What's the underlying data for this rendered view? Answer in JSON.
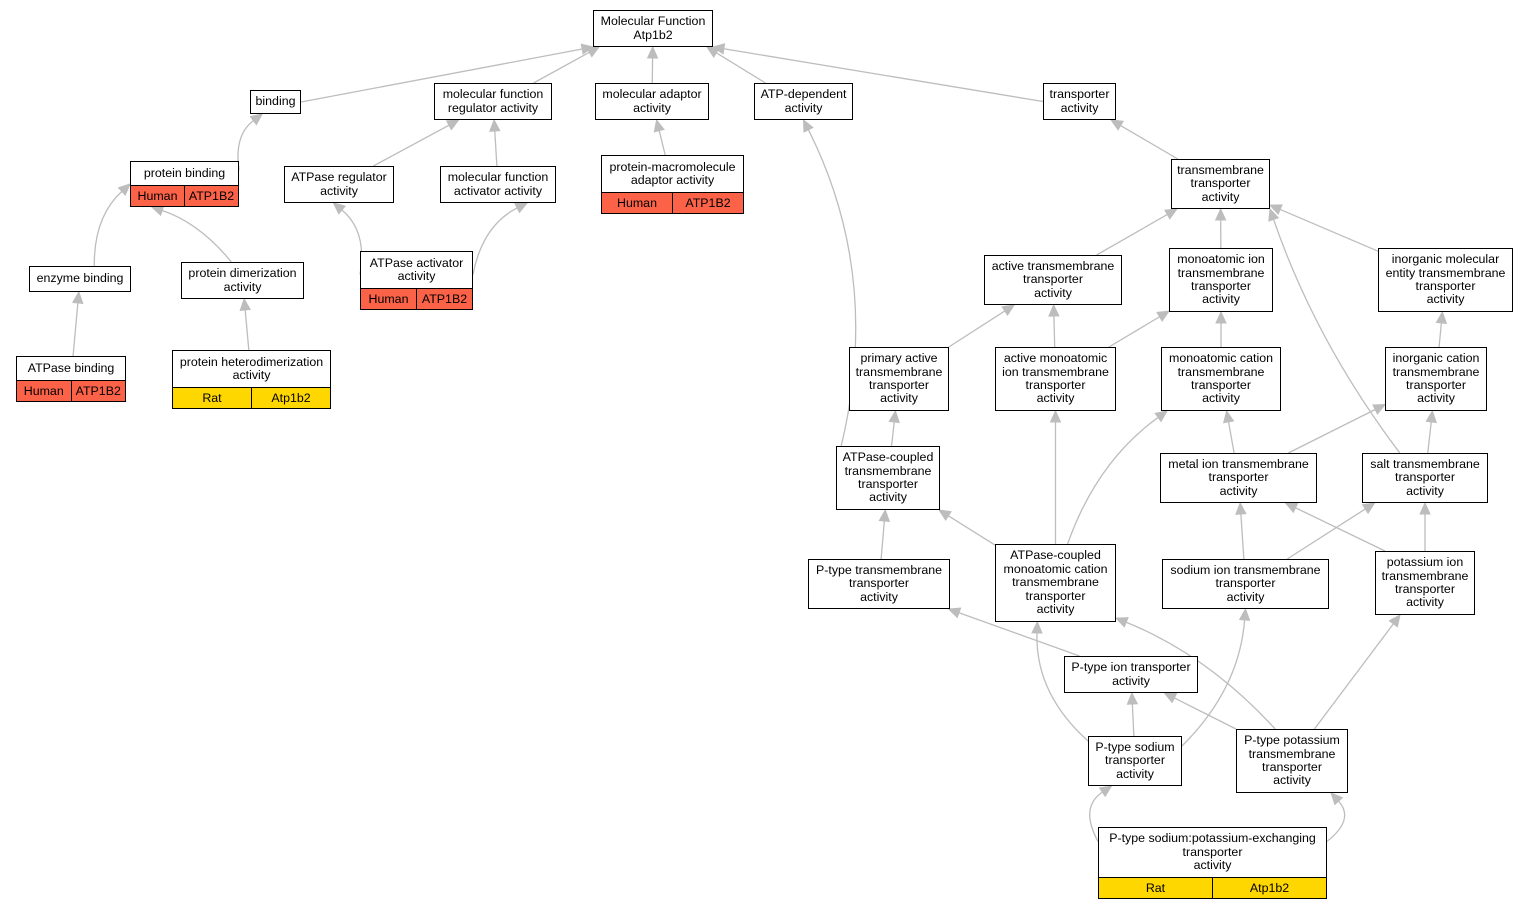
{
  "diagram": {
    "title": "",
    "edge_color": "#bdbdbd",
    "annotation_colors": {
      "Human": "#fb6247",
      "Rat": "#ffd700"
    },
    "nodes": [
      {
        "id": "mf",
        "lines": [
          "Molecular Function",
          "Atp1b2"
        ]
      },
      {
        "id": "binding",
        "lines": [
          "binding"
        ]
      },
      {
        "id": "mfreg",
        "lines": [
          "molecular function",
          "regulator activity"
        ]
      },
      {
        "id": "moladaptor",
        "lines": [
          "molecular adaptor",
          "activity"
        ]
      },
      {
        "id": "atpdep",
        "lines": [
          "ATP-dependent",
          "activity"
        ]
      },
      {
        "id": "transporter",
        "lines": [
          "transporter",
          "activity"
        ]
      },
      {
        "id": "protbind",
        "lines": [
          "protein binding"
        ],
        "annotation": {
          "species": "Human",
          "gene": "ATP1B2"
        }
      },
      {
        "id": "atpasereg",
        "lines": [
          "ATPase regulator",
          "activity"
        ]
      },
      {
        "id": "mfact",
        "lines": [
          "molecular function",
          "activator activity"
        ]
      },
      {
        "id": "protmacro",
        "lines": [
          "protein-macromolecule",
          "adaptor activity"
        ],
        "annotation": {
          "species": "Human",
          "gene": "ATP1B2"
        }
      },
      {
        "id": "tmtrans",
        "lines": [
          "transmembrane",
          "transporter",
          "activity"
        ]
      },
      {
        "id": "enzbind",
        "lines": [
          "enzyme binding"
        ]
      },
      {
        "id": "protdimer",
        "lines": [
          "protein dimerization",
          "activity"
        ]
      },
      {
        "id": "atpaseact",
        "lines": [
          "ATPase activator",
          "activity"
        ],
        "annotation": {
          "species": "Human",
          "gene": "ATP1B2"
        }
      },
      {
        "id": "acttm",
        "lines": [
          "active transmembrane",
          "transporter",
          "activity"
        ]
      },
      {
        "id": "monoion",
        "lines": [
          "monoatomic ion",
          "transmembrane",
          "transporter",
          "activity"
        ]
      },
      {
        "id": "inorgmol",
        "lines": [
          "inorganic molecular",
          "entity transmembrane",
          "transporter",
          "activity"
        ]
      },
      {
        "id": "atpasebind",
        "lines": [
          "ATPase binding"
        ],
        "annotation": {
          "species": "Human",
          "gene": "ATP1B2"
        }
      },
      {
        "id": "protheter",
        "lines": [
          "protein heterodimerization",
          "activity"
        ],
        "annotation": {
          "species": "Rat",
          "gene": "Atp1b2"
        }
      },
      {
        "id": "primact",
        "lines": [
          "primary active",
          "transmembrane",
          "transporter",
          "activity"
        ]
      },
      {
        "id": "actmonoion",
        "lines": [
          "active monoatomic",
          "ion transmembrane",
          "transporter",
          "activity"
        ]
      },
      {
        "id": "monocation",
        "lines": [
          "monoatomic cation",
          "transmembrane",
          "transporter",
          "activity"
        ]
      },
      {
        "id": "inorgcation",
        "lines": [
          "inorganic cation",
          "transmembrane",
          "transporter",
          "activity"
        ]
      },
      {
        "id": "atpasecoupled",
        "lines": [
          "ATPase-coupled",
          "transmembrane",
          "transporter",
          "activity"
        ]
      },
      {
        "id": "metalion",
        "lines": [
          "metal ion transmembrane",
          "transporter",
          "activity"
        ]
      },
      {
        "id": "salttm",
        "lines": [
          "salt transmembrane",
          "transporter",
          "activity"
        ]
      },
      {
        "id": "ptypetm",
        "lines": [
          "P-type transmembrane",
          "transporter",
          "activity"
        ]
      },
      {
        "id": "atpasemono",
        "lines": [
          "ATPase-coupled",
          "monoatomic cation",
          "transmembrane",
          "transporter",
          "activity"
        ]
      },
      {
        "id": "sodiumtm",
        "lines": [
          "sodium ion transmembrane",
          "transporter",
          "activity"
        ]
      },
      {
        "id": "potassiumtm",
        "lines": [
          "potassium ion",
          "transmembrane",
          "transporter",
          "activity"
        ]
      },
      {
        "id": "ptypeion",
        "lines": [
          "P-type ion transporter",
          "activity"
        ]
      },
      {
        "id": "ptypesodium",
        "lines": [
          "P-type sodium",
          "transporter",
          "activity"
        ]
      },
      {
        "id": "ptypepotassium",
        "lines": [
          "P-type potassium",
          "transmembrane",
          "transporter",
          "activity"
        ]
      },
      {
        "id": "ptypenak",
        "lines": [
          "P-type sodium:potassium-exchanging",
          "transporter",
          "activity"
        ],
        "annotation": {
          "species": "Rat",
          "gene": "Atp1b2"
        }
      }
    ],
    "edges": [
      {
        "from": "binding",
        "to": "mf"
      },
      {
        "from": "mfreg",
        "to": "mf"
      },
      {
        "from": "moladaptor",
        "to": "mf"
      },
      {
        "from": "atpdep",
        "to": "mf"
      },
      {
        "from": "transporter",
        "to": "mf"
      },
      {
        "from": "protbind",
        "to": "binding"
      },
      {
        "from": "atpasereg",
        "to": "mfreg"
      },
      {
        "from": "mfact",
        "to": "mfreg"
      },
      {
        "from": "protmacro",
        "to": "moladaptor"
      },
      {
        "from": "tmtrans",
        "to": "transporter"
      },
      {
        "from": "enzbind",
        "to": "protbind"
      },
      {
        "from": "protdimer",
        "to": "protbind"
      },
      {
        "from": "atpaseact",
        "to": "atpasereg"
      },
      {
        "from": "atpaseact",
        "to": "mfact"
      },
      {
        "from": "acttm",
        "to": "tmtrans"
      },
      {
        "from": "monoion",
        "to": "tmtrans"
      },
      {
        "from": "inorgmol",
        "to": "tmtrans"
      },
      {
        "from": "salttm",
        "to": "tmtrans"
      },
      {
        "from": "atpasebind",
        "to": "enzbind"
      },
      {
        "from": "protheter",
        "to": "protdimer"
      },
      {
        "from": "primact",
        "to": "acttm"
      },
      {
        "from": "actmonoion",
        "to": "acttm"
      },
      {
        "from": "actmonoion",
        "to": "monoion"
      },
      {
        "from": "monocation",
        "to": "monoion"
      },
      {
        "from": "inorgcation",
        "to": "inorgmol"
      },
      {
        "from": "atpasecoupled",
        "to": "primact"
      },
      {
        "from": "atpasecoupled",
        "to": "atpdep"
      },
      {
        "from": "metalion",
        "to": "monocation"
      },
      {
        "from": "metalion",
        "to": "inorgcation"
      },
      {
        "from": "salttm",
        "to": "inorgcation"
      },
      {
        "from": "ptypetm",
        "to": "atpasecoupled"
      },
      {
        "from": "atpasemono",
        "to": "atpasecoupled"
      },
      {
        "from": "atpasemono",
        "to": "actmonoion"
      },
      {
        "from": "atpasemono",
        "to": "monocation"
      },
      {
        "from": "sodiumtm",
        "to": "metalion"
      },
      {
        "from": "sodiumtm",
        "to": "salttm"
      },
      {
        "from": "potassiumtm",
        "to": "metalion"
      },
      {
        "from": "potassiumtm",
        "to": "salttm"
      },
      {
        "from": "ptypeion",
        "to": "ptypetm"
      },
      {
        "from": "ptypesodium",
        "to": "ptypeion"
      },
      {
        "from": "ptypesodium",
        "to": "atpasemono"
      },
      {
        "from": "ptypesodium",
        "to": "sodiumtm"
      },
      {
        "from": "ptypepotassium",
        "to": "ptypeion"
      },
      {
        "from": "ptypepotassium",
        "to": "atpasemono"
      },
      {
        "from": "ptypepotassium",
        "to": "potassiumtm"
      },
      {
        "from": "ptypenak",
        "to": "ptypesodium"
      },
      {
        "from": "ptypenak",
        "to": "ptypepotassium"
      }
    ]
  }
}
